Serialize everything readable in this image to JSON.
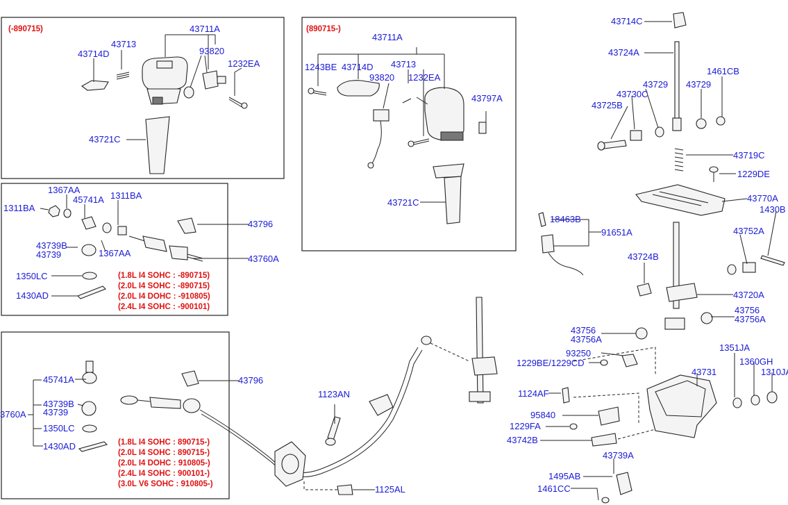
{
  "box1": {
    "date_range": "(-890715)",
    "labels": {
      "l43711A": "43711A",
      "l43713": "43713",
      "l43714D": "43714D",
      "l93820": "93820",
      "l1232EA": "1232EA",
      "l43721C": "43721C"
    }
  },
  "box2": {
    "date_range": "(890715-)",
    "labels": {
      "l43711A": "43711A",
      "l1243BE": "1243BE",
      "l43714D": "43714D",
      "l43713": "43713",
      "l93820": "93820",
      "l1232EA": "1232EA",
      "l43797A": "43797A",
      "l43721C": "43721C"
    }
  },
  "box3": {
    "labels": {
      "l1367AA_a": "1367AA",
      "l1311BA_a": "1311BA",
      "l45741A": "45741A",
      "l1311BA_b": "1311BA",
      "l43796": "43796",
      "l43739B": "43739B",
      "l43739": "43739",
      "l1367AA_b": "1367AA",
      "l43760A": "43760A",
      "l1350LC": "1350LC",
      "l1430AD": "1430AD"
    },
    "notes": [
      "(1.8L I4 SOHC : -890715)",
      "(2.0L I4 SOHC : -890715)",
      "(2.0L I4 DOHC : -910805)",
      "(2.4L I4 SOHC : -900101)"
    ]
  },
  "box4": {
    "labels": {
      "l45741A": "45741A",
      "l43796": "43796",
      "l43739B": "43739B",
      "l43739": "43739",
      "l43760A": "3760A",
      "l1350LC": "1350LC",
      "l1430AD": "1430AD"
    },
    "notes": [
      "(1.8L I4 SOHC : 890715-)",
      "(2.0L I4 SOHC : 890715-)",
      "(2.0L I4 DOHC : 910805-)",
      "(2.4L I4 SOHC : 900101-)",
      "(3.0L V6 SOHC : 910805-)"
    ]
  },
  "middle": {
    "labels": {
      "l1123AN": "1123AN",
      "l1125AL": "1125AL"
    }
  },
  "right": {
    "labels": {
      "l43714C": "43714C",
      "l43724A": "43724A",
      "l1461CB": "1461CB",
      "l43729a": "43729",
      "l43729b": "43729",
      "l43730C": "43730C",
      "l43725B": "43725B",
      "l43719C": "43719C",
      "l1229DE": "1229DE",
      "l43770A": "43770A",
      "l1430B": "1430B",
      "l18463B": "18463B",
      "l91651A": "91651A",
      "l43752A": "43752A",
      "l43724B": "43724B",
      "l43720A": "43720A",
      "l43756a": "43756",
      "l43756Aa": "43756A",
      "l43756b": "43756",
      "l43756Ab": "43756A",
      "l93250": "93250",
      "l1229BE": "1229BE/1229CD",
      "l1351JA": "1351JA",
      "l1360GH": "1360GH",
      "l1310JA": "1310JA",
      "l43731": "43731",
      "l1124AF": "1124AF",
      "l95840": "95840",
      "l1229FA": "1229FA",
      "l43742B": "43742B",
      "l43739A": "43739A",
      "l1495AB": "1495AB",
      "l1461CC": "1461CC"
    }
  },
  "colors": {
    "label": "#1a1ad6",
    "note": "#e01010",
    "line": "#222222"
  }
}
